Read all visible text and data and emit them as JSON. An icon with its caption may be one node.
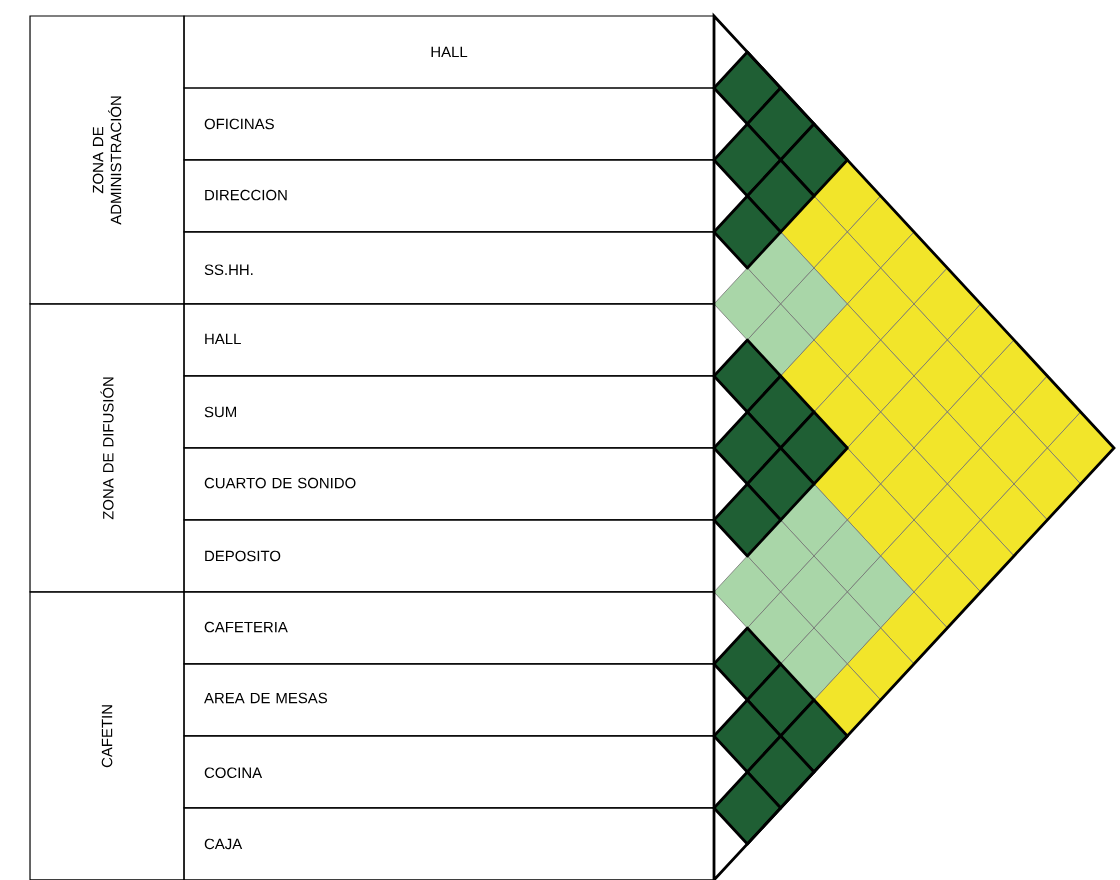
{
  "diagram": {
    "nodes": [
      {
        "text": [
          "ZONA DE ADMINISTRACIÓN"
        ]
      },
      {
        "text": [
          "HALL"
        ]
      },
      {
        "text": [
          "OFICINAS"
        ]
      },
      {
        "text": [
          "DIRECCION"
        ]
      },
      {
        "text": [
          "SS.HH."
        ]
      },
      {
        "text": [
          "ZONA DE DIFUSIÓN"
        ]
      },
      {
        "text": [
          "HALL"
        ]
      },
      {
        "text": [
          "SUM"
        ]
      },
      {
        "text": [
          "CUARTO DE SONIDO"
        ]
      },
      {
        "text": [
          "DEPOSITO"
        ]
      },
      {
        "text": [
          "CAFETIN"
        ]
      },
      {
        "text": [
          "CAFETERIA"
        ]
      },
      {
        "text": [
          "AREA DE MESAS"
        ]
      },
      {
        "text": [
          "COCINA"
        ]
      },
      {
        "text": [
          "CAJA"
        ]
      }
    ]
  }
}
